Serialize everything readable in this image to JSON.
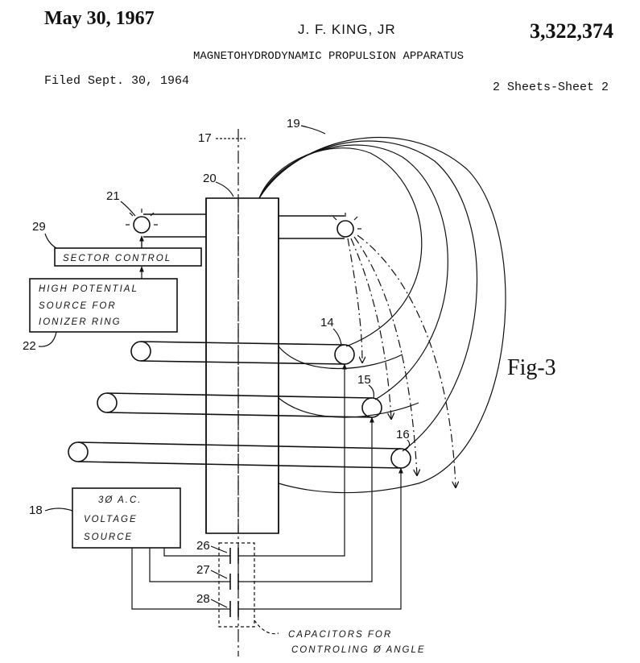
{
  "header": {
    "date": "May 30, 1967",
    "inventor": "J. F. KING, JR",
    "patent_number": "3,322,374",
    "title": "MAGNETOHYDRODYNAMIC PROPULSION APPARATUS",
    "filed": "Filed Sept. 30, 1964",
    "sheets": "2 Sheets-Sheet 2"
  },
  "figure": {
    "label": "Fig-3",
    "refs": {
      "r14": "14",
      "r15": "15",
      "r16": "16",
      "r17": "17",
      "r18": "18",
      "r19": "19",
      "r20": "20",
      "r21": "21",
      "r22": "22",
      "r26": "26",
      "r27": "27",
      "r28": "28",
      "r29": "29"
    },
    "sector_control": "SECTOR CONTROL",
    "high_potential": [
      "HIGH POTENTIAL",
      "SOURCE FOR",
      "IONIZER RING"
    ],
    "voltage_source": [
      "3Ø A.C.",
      "VOLTAGE",
      "SOURCE"
    ],
    "capacitor_note": [
      "CAPACITORS FOR",
      "CONTROLING Ø ANGLE"
    ]
  }
}
